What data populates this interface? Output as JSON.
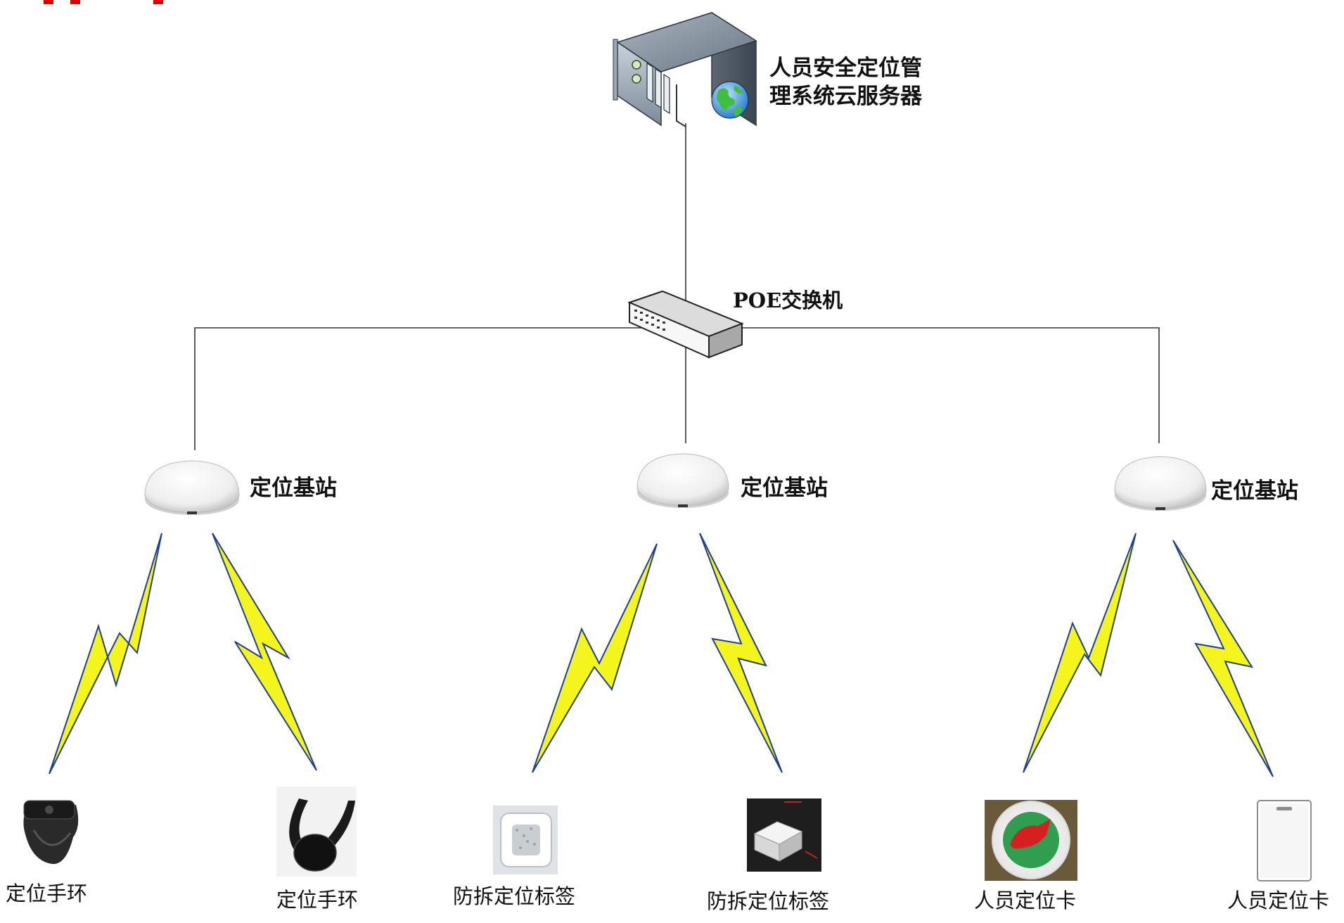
{
  "server": {
    "label_line1": "人员安全定位管",
    "label_line2": "理系统云服务器"
  },
  "switch": {
    "label": "POE交换机"
  },
  "base_stations": [
    {
      "label": "定位基站"
    },
    {
      "label": "定位基站"
    },
    {
      "label": "定位基站"
    }
  ],
  "devices": [
    {
      "label": "定位手环",
      "icon": "wristband-icon"
    },
    {
      "label": "定位手环",
      "icon": "round-watch-icon"
    },
    {
      "label": "防拆定位标签",
      "icon": "square-tag-icon"
    },
    {
      "label": "防拆定位标签",
      "icon": "box-tag-icon"
    },
    {
      "label": "人员定位卡",
      "icon": "round-card-icon"
    },
    {
      "label": "人员定位卡",
      "icon": "white-card-icon"
    }
  ],
  "colors": {
    "line": "#333333",
    "lightning_fill": "#f5f51e",
    "lightning_stroke": "#1f3f8f",
    "accent_red": "#e00000"
  }
}
